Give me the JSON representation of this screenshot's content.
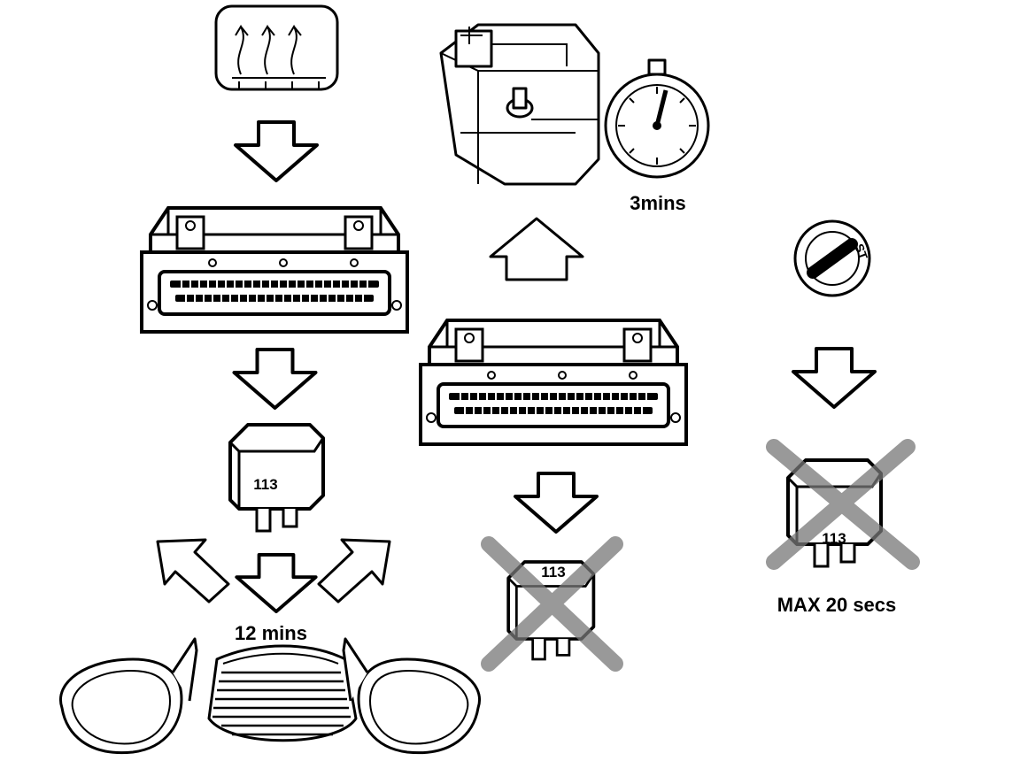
{
  "labels": {
    "battery_time": "3mins",
    "heater_time": "12 mins",
    "max_label": "MAX 20 secs",
    "relay_number": "113",
    "ignition_marking": "ST"
  },
  "icons": [
    "heated-rear-window-switch-icon",
    "control-unit-icon",
    "timer-relay-icon",
    "battery-icon",
    "stopwatch-icon",
    "ignition-key-icon",
    "door-mirror-icon",
    "rear-window-icon"
  ],
  "colors": {
    "line": "#000000",
    "cross": "#777777",
    "background": "#ffffff"
  }
}
